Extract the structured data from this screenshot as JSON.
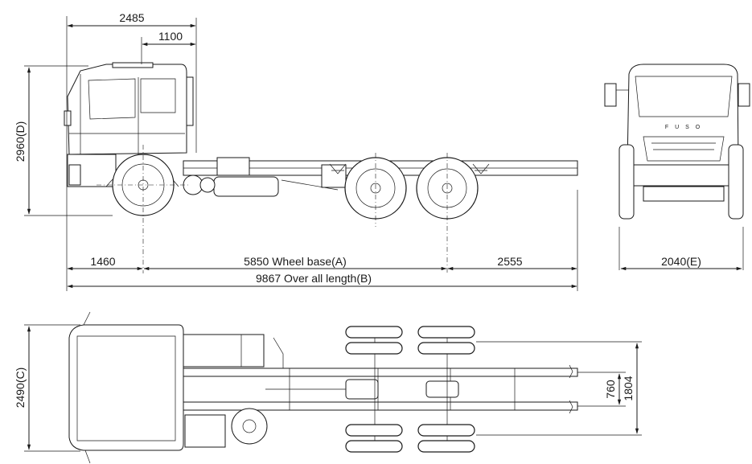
{
  "dimensions": {
    "front_overhang_cab": "2485",
    "cab_offset": "1100",
    "height": "2960(D)",
    "front_overhang": "1460",
    "wheel_base": "5850 Wheel base(A)",
    "rear_overhang": "2555",
    "overall_length": "9867 Over all length(B)",
    "rear_track": "2040(E)",
    "overall_width": "2490(C)",
    "frame_inner": "760",
    "frame_outer": "1804"
  },
  "front_view": {
    "grille_lettering": "F U S O"
  }
}
